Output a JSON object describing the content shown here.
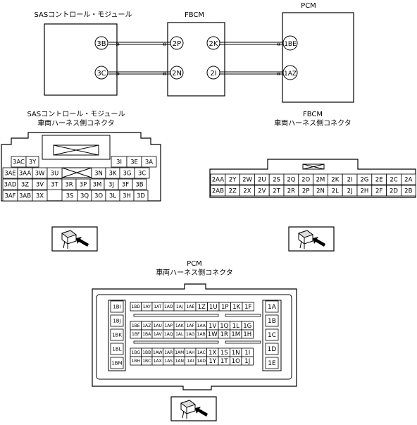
{
  "top": {
    "sas_title": "SASコントロール・モジュール",
    "fbcm_title": "FBCM",
    "pcm_title": "PCM",
    "wires": [
      {
        "a": "3B",
        "b": "2P",
        "c": "2K",
        "d": "1BE"
      },
      {
        "a": "3C",
        "b": "2N",
        "c": "2I",
        "d": "1AZ"
      }
    ]
  },
  "sas_connector": {
    "title_line1": "SASコントロール・モジュール",
    "title_line2": "車両ハーネス側コネクタ",
    "rows": [
      [
        "3AC",
        "3Y",
        "3I",
        "3E",
        "3A"
      ],
      [
        "3AE",
        "3AA",
        "3W",
        "3U",
        "3N",
        "3K",
        "3G",
        "3C"
      ],
      [
        "3AD",
        "3Z",
        "3V",
        "3T",
        "3R",
        "3P",
        "3M",
        "3J",
        "3F",
        "3B"
      ],
      [
        "3AF",
        "3AB",
        "3X",
        "3S",
        "3Q",
        "3O",
        "3L",
        "3H",
        "3D"
      ]
    ]
  },
  "fbcm_connector": {
    "title_line1": "FBCM",
    "title_line2": "車両ハーネス側コネクタ",
    "row1": [
      "2AA",
      "2Y",
      "2W",
      "2U",
      "2S",
      "2Q",
      "2O",
      "2M",
      "2K",
      "2I",
      "2G",
      "2E",
      "2C",
      "2A"
    ],
    "row2": [
      "2AB",
      "2Z",
      "2X",
      "2V",
      "2T",
      "2R",
      "2P",
      "2N",
      "2L",
      "2J",
      "2H",
      "2F",
      "2D",
      "2B"
    ]
  },
  "pcm_connector": {
    "title_line1": "PCM",
    "title_line2": "車両ハーネス側コネクタ",
    "left_column": [
      "1BI",
      "1BJ",
      "1BK",
      "1BL",
      "1BM"
    ],
    "right_column": [
      "1A",
      "1B",
      "1C",
      "1D",
      "1E"
    ],
    "rows": [
      [
        "1BD",
        "1AY",
        "1AT",
        "1AO",
        "1AJ",
        "1AE",
        "1Z",
        "1U",
        "1P",
        "1K",
        "1F"
      ],
      [
        "1BE",
        "1AZ",
        "1AU",
        "1AP",
        "1AK",
        "1AF",
        "1AA",
        "1V",
        "1Q",
        "1L",
        "1G"
      ],
      [
        "1BF",
        "1BA",
        "1AV",
        "1AQ",
        "1AL",
        "1AG",
        "1AB",
        "1W",
        "1R",
        "1M",
        "1H"
      ],
      [
        "1BG",
        "1BB",
        "1AW",
        "1AR",
        "1AM",
        "1AH",
        "1AC",
        "1X",
        "1S",
        "1N",
        "1I"
      ],
      [
        "1BH",
        "1BC",
        "1AX",
        "1AS",
        "1AN",
        "1AI",
        "1AD",
        "1Y",
        "1T",
        "1O",
        "1J"
      ]
    ]
  },
  "icons": [
    "connector-view-icon",
    "connector-view-icon",
    "connector-view-icon"
  ]
}
